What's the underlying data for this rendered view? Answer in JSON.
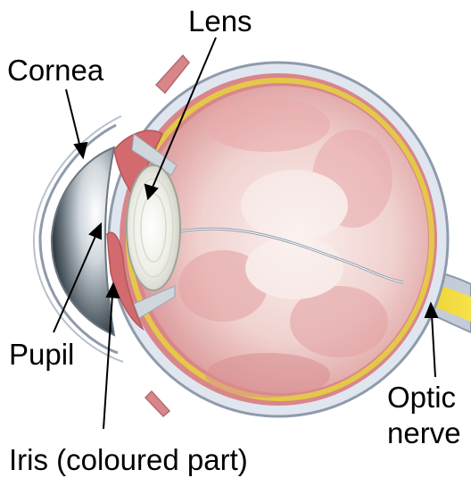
{
  "labels": {
    "lens": "Lens",
    "cornea": "Cornea",
    "pupil": "Pupil",
    "iris": "Iris (coloured part)",
    "optic_line1": "Optic",
    "optic_line2": "nerve"
  },
  "colors": {
    "sclera_outline": "#9aa6b8",
    "sclera_fill": "#dfe6ef",
    "choroid": "#d9868a",
    "retina": "#e4c84a",
    "vitreous": "#f3dcd9",
    "vitreous_shadow": "#c9707a",
    "lens": "#f2f0e8",
    "iris": "#d26a6e",
    "optic_nerve": "#f2d52a",
    "cornea_dark": "#2f3a40",
    "label": "#000000"
  }
}
